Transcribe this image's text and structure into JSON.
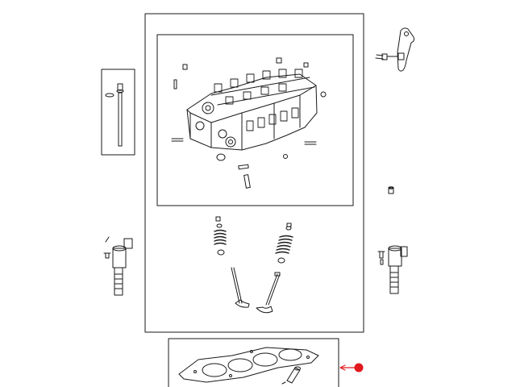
{
  "diagram": {
    "callout_color": "#e0191e",
    "line_color": "#1a1a1a",
    "parts": [
      {
        "id": "cylinder-head-assembly",
        "icon": "cylinder-head-icon"
      },
      {
        "id": "valve-train",
        "icon": "valves-springs-icon"
      },
      {
        "id": "dipstick-tube",
        "icon": "tube-icon"
      },
      {
        "id": "rocker-arm",
        "icon": "rocker-arm-icon"
      },
      {
        "id": "oil-control-valve-left",
        "icon": "solenoid-icon"
      },
      {
        "id": "oil-control-valve-right",
        "icon": "solenoid-icon"
      },
      {
        "id": "plug",
        "icon": "plug-icon"
      },
      {
        "id": "head-gasket",
        "icon": "gasket-icon",
        "highlighted": true
      }
    ]
  }
}
